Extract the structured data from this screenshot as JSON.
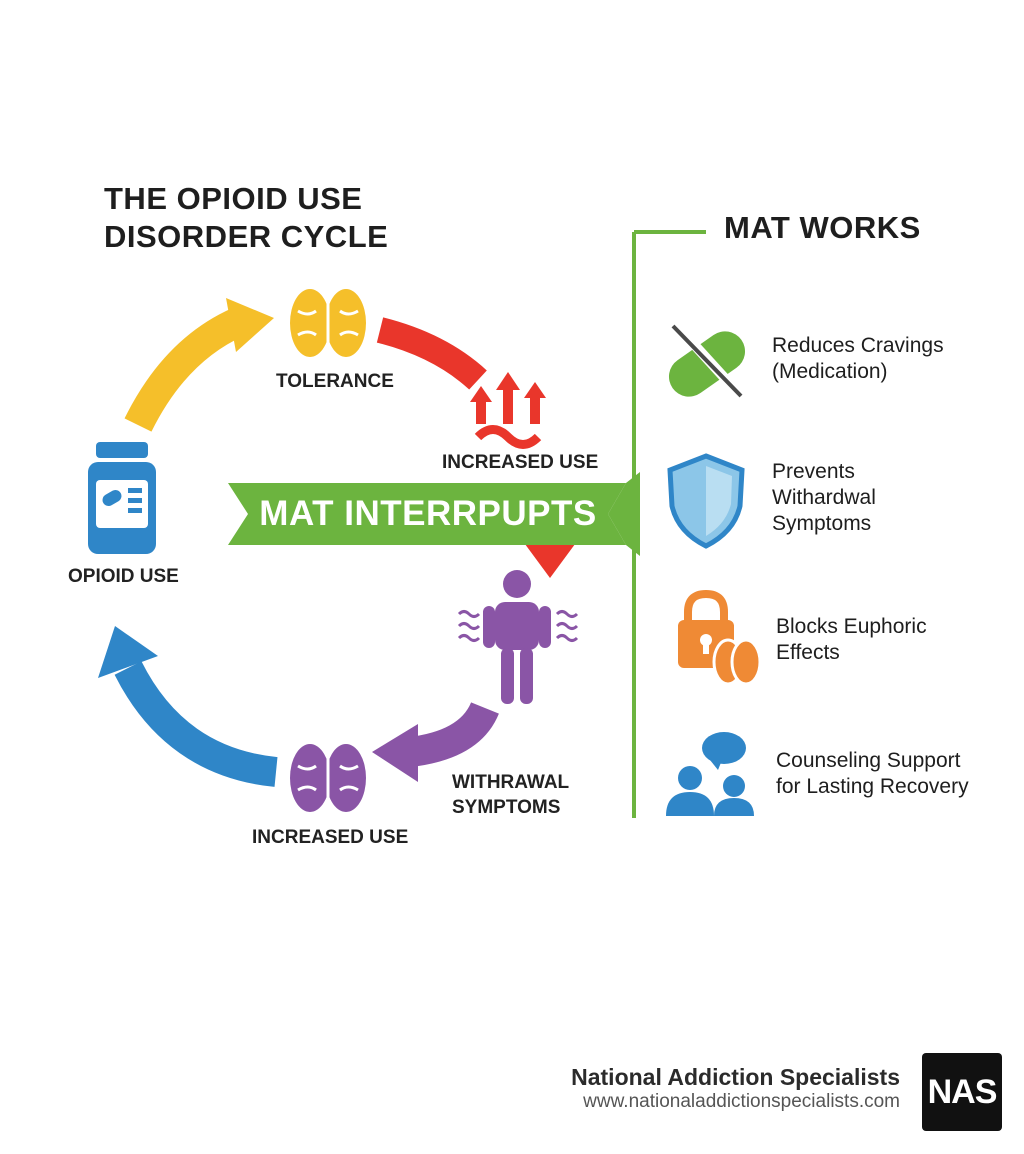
{
  "title": {
    "line1": "THE OPIOID USE",
    "line2": "DISORDER CYCLE"
  },
  "cycle": {
    "tolerance": "TOLERANCE",
    "increased_use_top": "INCREASED USE",
    "withdrawal": {
      "line1": "WITHRAWAL",
      "line2": "SYMPTOMS"
    },
    "increased_use_bottom": "INCREASED USE",
    "opioid_use": "OPIOID USE"
  },
  "banner": "MAT INTERRPUPTS",
  "mat": {
    "heading": "MAT WORKS",
    "benefits": [
      {
        "line1": "Reduces Cravings",
        "line2": "(Medication)",
        "icon": "pill-crossed-icon"
      },
      {
        "line1": "Prevents",
        "line2": "Withardwal",
        "line3": "Symptoms",
        "icon": "shield-icon"
      },
      {
        "line1": "Blocks Euphoric",
        "line2": "Effects",
        "icon": "lock-brain-icon"
      },
      {
        "line1": "Counseling Support",
        "line2": "for Lasting Recovery",
        "icon": "counseling-icon"
      }
    ]
  },
  "brand": {
    "name": "National Addiction Specialists",
    "url": "www.nationaladdictionspecialists.com",
    "logo": "NAS"
  },
  "colors": {
    "yellow": "#f5bf2a",
    "red": "#e9362b",
    "purple": "#8a55a6",
    "blue": "#2f86c8",
    "green": "#6cb43f",
    "orange": "#ef8a35",
    "shield": "#8cc6e8"
  }
}
